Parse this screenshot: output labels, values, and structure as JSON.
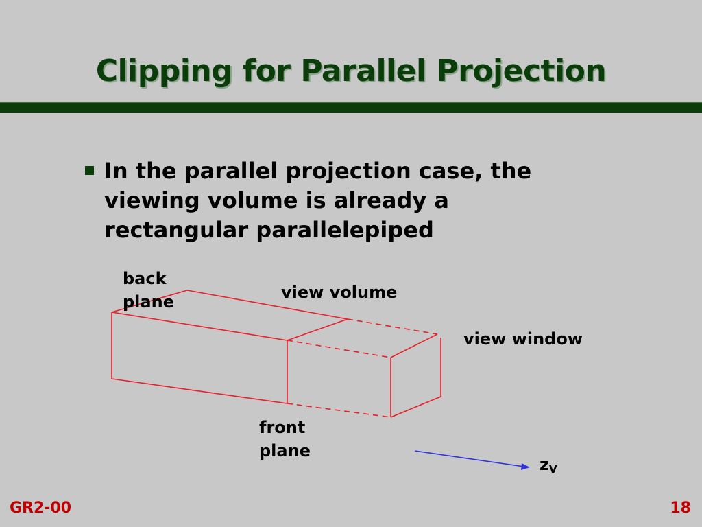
{
  "title": "Clipping for Parallel Projection",
  "bullet": "In the parallel projection case, the viewing volume is already a rectangular parallelepiped",
  "diagram": {
    "labels": {
      "back_plane_1": "back",
      "back_plane_2": "plane",
      "view_volume": "view volume",
      "view_window": "view window",
      "front_plane_1": "front",
      "front_plane_2": "plane",
      "axis_main": "z",
      "axis_sub": "V"
    },
    "colors": {
      "box": "#e8202a",
      "axis": "#3333dd"
    }
  },
  "footer": {
    "left": "GR2-00",
    "right": "18"
  }
}
